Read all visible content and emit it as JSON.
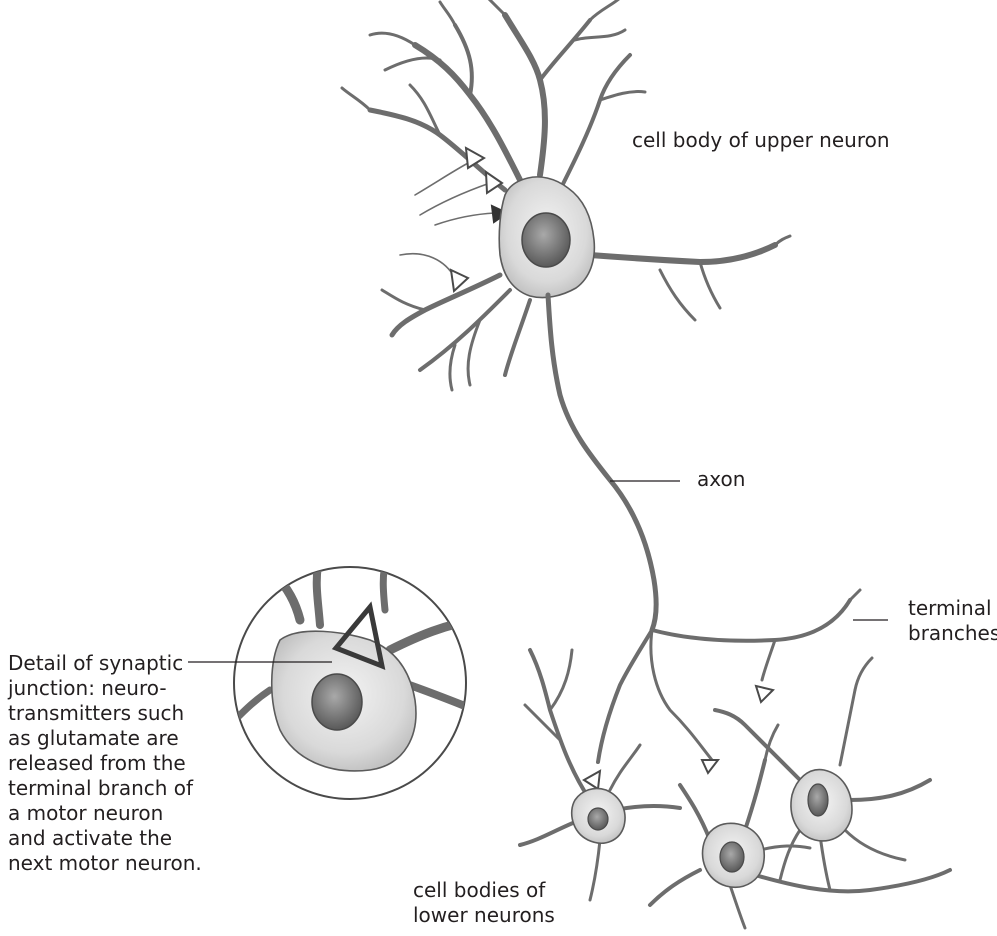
{
  "labels": {
    "upper_cell_body": "cell body of upper neuron",
    "axon": "axon",
    "terminal_branches": "terminal\nbranches",
    "detail": "Detail of synaptic\njunction: neuro-\ntransmitters such\nas glutamate are\nreleased from the\nterminal branch of\na motor neuron\nand activate the\nnext motor neuron.",
    "lower_cell_bodies": "cell bodies of\nlower neurons"
  },
  "colors": {
    "ink": "#231f20",
    "cell_fill": "#e7e7e7",
    "cell_shade": "#bdbdbd",
    "nucleus": "#7a7a7a",
    "outline": "#5b5b5b"
  }
}
